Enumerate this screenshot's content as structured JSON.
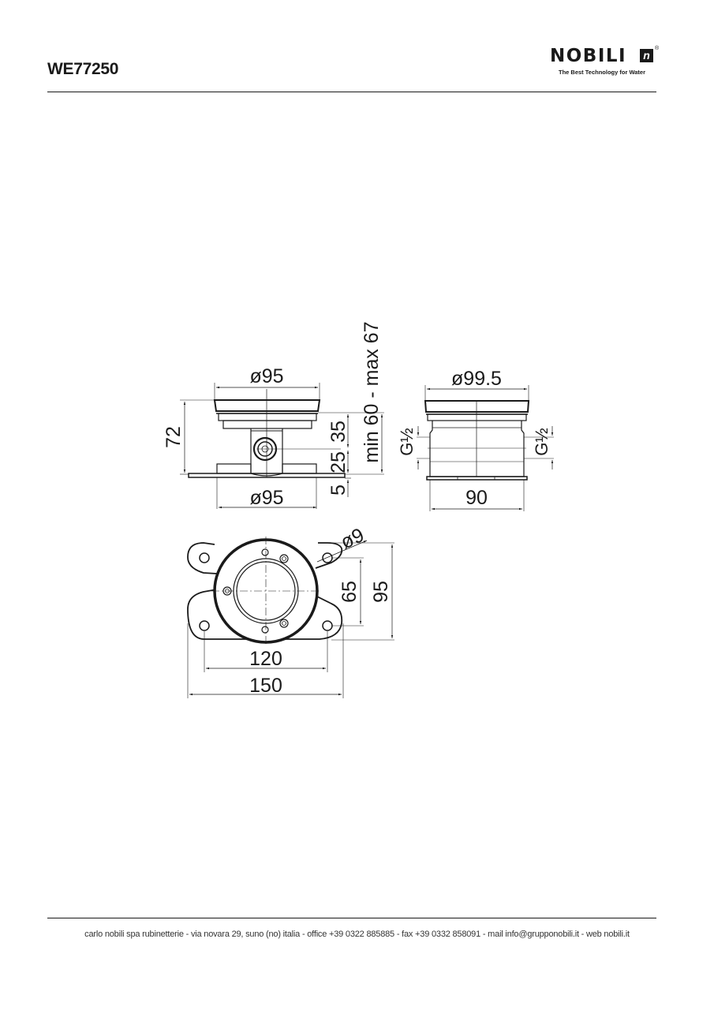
{
  "header": {
    "product_code": "WE77250",
    "logo": {
      "wordmark": "NOBILI",
      "mark": "n",
      "registered": "®",
      "tagline": "The Best Technology for Water"
    }
  },
  "drawing": {
    "front_view": {
      "top_diameter": "ø95",
      "bottom_diameter": "ø95",
      "total_height": "72",
      "dim_35": "35",
      "dim_25": "25",
      "dim_5": "5",
      "install_range": "min 60 - max 67"
    },
    "side_view": {
      "top_diameter": "ø99.5",
      "width": "90",
      "inlet_left": "G½",
      "inlet_right": "G½"
    },
    "plan_view": {
      "hole_diameter": "ø9",
      "hole_spacing_vertical": "65",
      "height": "95",
      "hole_spacing_horizontal": "120",
      "width": "150"
    }
  },
  "footer": {
    "text": "carlo nobili spa rubinetterie - via novara 29, suno (no) italia - office +39 0322 885885 - fax +39 0332 858091 - mail info@grupponobili.it - web nobili.it"
  }
}
